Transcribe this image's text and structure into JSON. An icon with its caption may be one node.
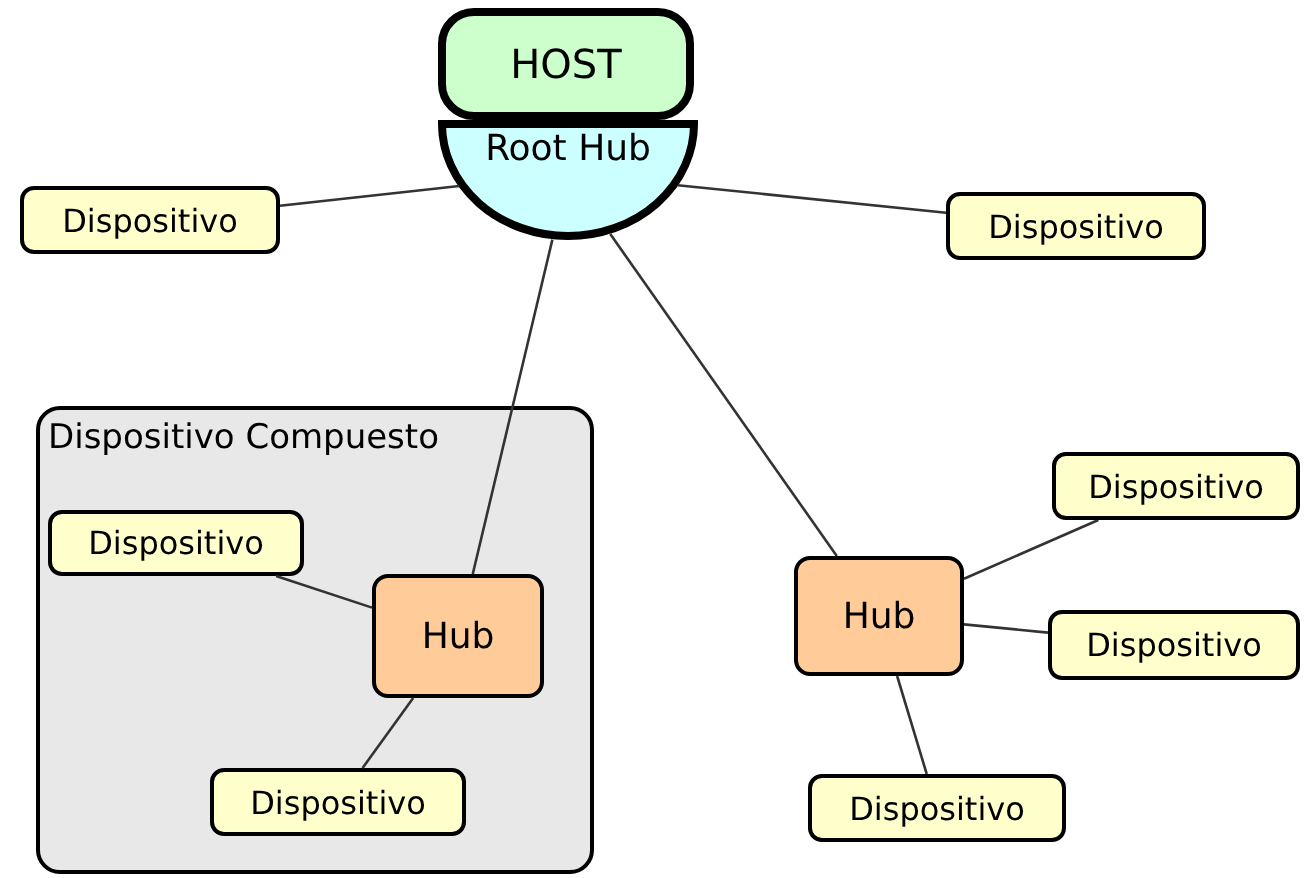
{
  "diagram": {
    "nodes": [
      {
        "text": [
          "HOST"
        ]
      },
      {
        "text": [
          "Root Hub"
        ]
      },
      {
        "text": [
          "Dispositivo"
        ]
      },
      {
        "text": [
          "Dispositivo"
        ]
      },
      {
        "text": [
          "Dispositivo Compuesto"
        ]
      },
      {
        "text": [
          "Dispositivo"
        ],
        "in": 4
      },
      {
        "text": [
          "Hub"
        ],
        "in": 4
      },
      {
        "text": [
          "Dispositivo"
        ],
        "in": 4
      },
      {
        "text": [
          "Dispositivo"
        ]
      },
      {
        "text": [
          "Hub"
        ]
      },
      {
        "text": [
          "Dispositivo"
        ]
      },
      {
        "text": [
          "Dispositivo"
        ]
      }
    ],
    "edges": [
      {
        "from": 1,
        "to": 2,
        "arrow": "none"
      },
      {
        "from": 1,
        "to": 3,
        "arrow": "none"
      },
      {
        "from": 1,
        "to": 6,
        "arrow": "none"
      },
      {
        "from": 1,
        "to": 9,
        "arrow": "none"
      },
      {
        "from": 6,
        "to": 5,
        "arrow": "none"
      },
      {
        "from": 6,
        "to": 7,
        "arrow": "none"
      },
      {
        "from": 9,
        "to": 8,
        "arrow": "none"
      },
      {
        "from": 9,
        "to": 10,
        "arrow": "none"
      },
      {
        "from": 9,
        "to": 11,
        "arrow": "none"
      }
    ]
  }
}
